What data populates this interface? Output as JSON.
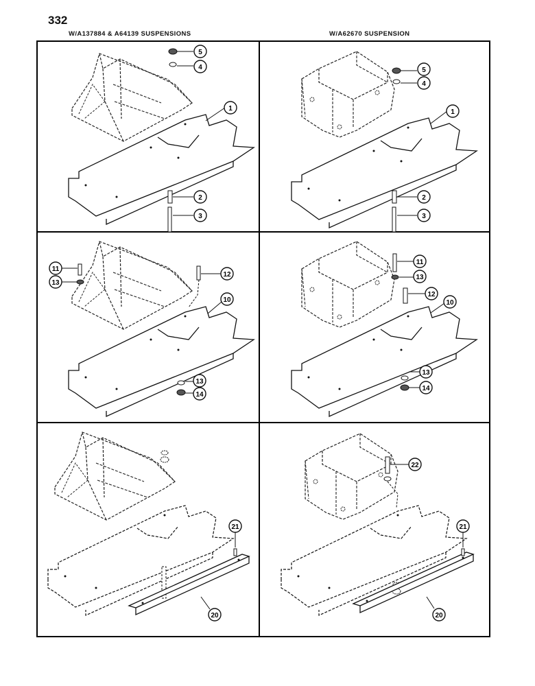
{
  "page_number": "332",
  "headings": {
    "left": "W/A137884 & A64139 SUSPENSIONS",
    "right": "W/A62670 SUSPENSION"
  },
  "panels": {
    "top_left": {
      "callouts": [
        "5",
        "4",
        "1",
        "2",
        "3"
      ]
    },
    "top_right": {
      "callouts": [
        "5",
        "4",
        "1",
        "2",
        "3"
      ]
    },
    "mid_left": {
      "callouts": [
        "11",
        "13",
        "12",
        "10",
        "13",
        "14"
      ]
    },
    "mid_right": {
      "callouts": [
        "11",
        "13",
        "12",
        "10",
        "13",
        "14"
      ]
    },
    "bottom_left": {
      "callouts": [
        "21",
        "20"
      ]
    },
    "bottom_right": {
      "callouts": [
        "22",
        "21",
        "20"
      ]
    }
  }
}
